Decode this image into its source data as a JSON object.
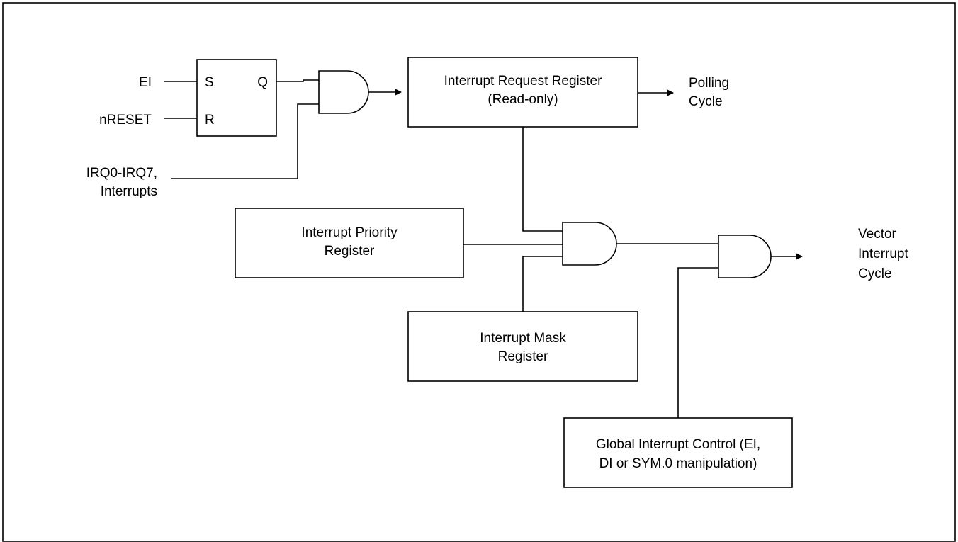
{
  "inputs": {
    "ei": "EI",
    "nreset": "nRESET",
    "irq_line1": "IRQ0-IRQ7,",
    "irq_line2": "Interrupts"
  },
  "flipflop": {
    "s": "S",
    "r": "R",
    "q": "Q"
  },
  "request_register": {
    "line1": "Interrupt Request Register",
    "line2": "(Read-only)"
  },
  "polling_output": {
    "line1": "Polling",
    "line2": "Cycle"
  },
  "priority_register": {
    "line1": "Interrupt Priority",
    "line2": "Register"
  },
  "mask_register": {
    "line1": "Interrupt Mask",
    "line2": "Register"
  },
  "vector_output": {
    "line1": "Vector",
    "line2": "Interrupt",
    "line3": "Cycle"
  },
  "global_control": {
    "line1": "Global Interrupt Control (EI,",
    "line2": "DI or SYM.0 manipulation)"
  }
}
